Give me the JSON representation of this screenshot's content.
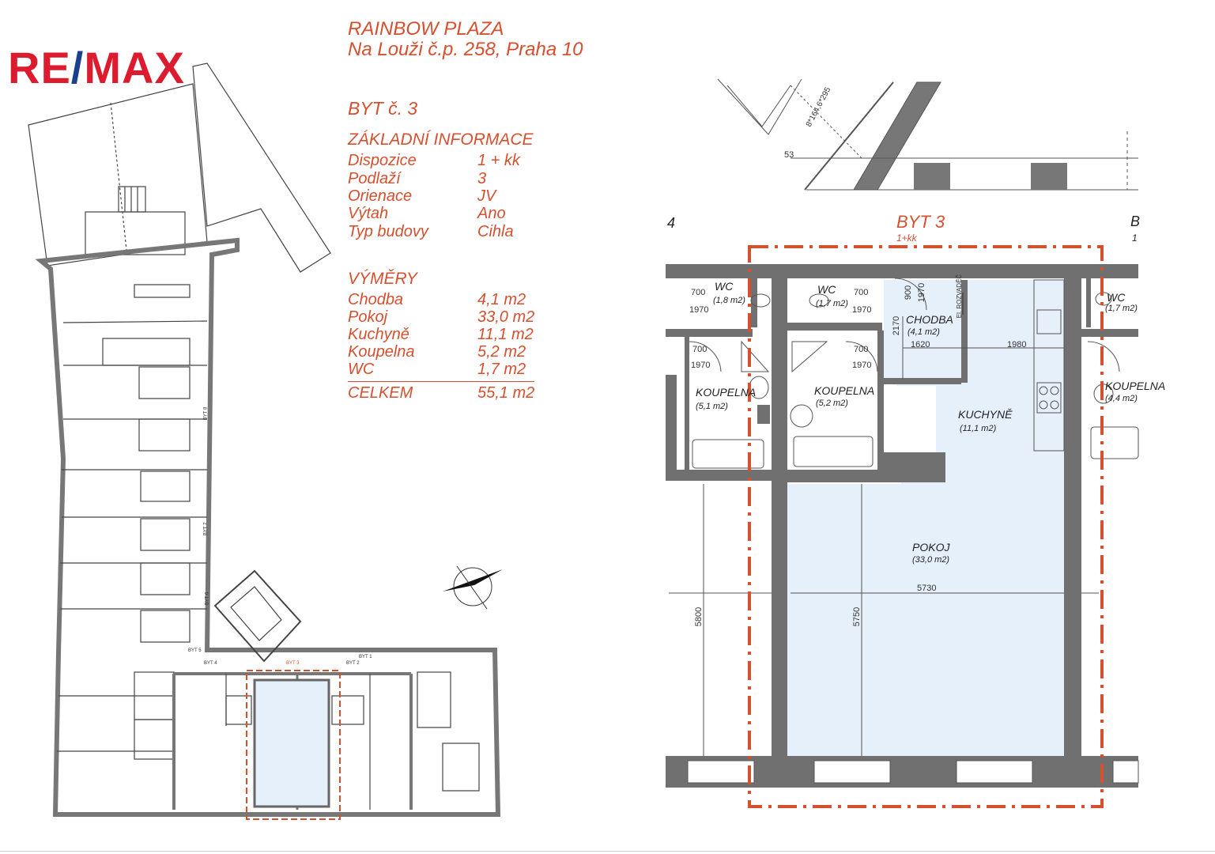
{
  "brand": {
    "logo_left": "RE",
    "logo_slash": "/",
    "logo_right": "MAX",
    "color_red": "#dc1c2e",
    "color_blue": "#1b3f8f"
  },
  "header": {
    "project": "RAINBOW PLAZA",
    "address": "Na Louži č.p. 258, Praha 10"
  },
  "apartment": {
    "title": "BYT č. 3",
    "basic_heading": "ZÁKLADNÍ INFORMACE",
    "basic_info": [
      {
        "label": "Dispozice",
        "value": "1 + kk"
      },
      {
        "label": "Podlaží",
        "value": "3"
      },
      {
        "label": "Orienace",
        "value": "JV"
      },
      {
        "label": "Výtah",
        "value": "Ano"
      },
      {
        "label": "Typ budovy",
        "value": "Cihla"
      }
    ],
    "areas_heading": "VÝMĚRY",
    "areas": [
      {
        "label": "Chodba",
        "value": "4,1 m2"
      },
      {
        "label": "Pokoj",
        "value": "33,0 m2"
      },
      {
        "label": "Kuchyně",
        "value": "11,1 m2"
      },
      {
        "label": "Koupelna",
        "value": "5,2 m2"
      },
      {
        "label": "WC",
        "value": "1,7 m2"
      }
    ],
    "total": {
      "label": "CELKEM",
      "value": "55,1 m2"
    }
  },
  "colors": {
    "accent": "#d4502f",
    "highlight": "#e6f0fb",
    "wall": "#6b6b6b"
  },
  "detail_plan": {
    "unit_label": "BYT 3",
    "unit_sub": "1+kk",
    "neighbor_left": "4",
    "neighbor_right": "B",
    "neighbor_right_sub": "1",
    "rooms": [
      {
        "name": "WC",
        "area": "(1,8 m2)"
      },
      {
        "name": "WC",
        "area": "(1,7 m2)"
      },
      {
        "name": "WC",
        "area": "(1,7 m2)"
      },
      {
        "name": "CHODBA",
        "area": "(4,1 m2)"
      },
      {
        "name": "KOUPELNA",
        "area": "(5,1 m2)"
      },
      {
        "name": "KOUPELNA",
        "area": "(5,2 m2)"
      },
      {
        "name": "KOUPELNA",
        "area": "(4,4 m2)"
      },
      {
        "name": "KUCHYNĚ",
        "area": "(11,1 m2)"
      },
      {
        "name": "POKOJ",
        "area": "(33,0 m2)"
      }
    ],
    "dims": {
      "d700a": "700",
      "d1970a": "1970",
      "d700b": "700",
      "d1970b": "1970",
      "d700c": "700",
      "d1970c": "1970",
      "d700d": "700",
      "d1970d": "1970",
      "d900": "900",
      "d1970e": "1970",
      "d2170": "2170",
      "d1620": "1620",
      "d1980": "1980",
      "d5730": "5730",
      "d5750": "5750",
      "d5800": "5800",
      "stair": "8*164,6*295",
      "stair_num": "53",
      "rozvadec": "El. ROZVADĚČ"
    }
  },
  "site_plan": {
    "labels": {
      "byt1": "BYT 1",
      "byt2": "BYT 2",
      "byt3": "BYT 3",
      "byt4": "BYT 4",
      "byt5": "BYT 5",
      "byt6": "BYT 6",
      "byt7": "BYT 7",
      "byt8": "BYT 8"
    }
  }
}
